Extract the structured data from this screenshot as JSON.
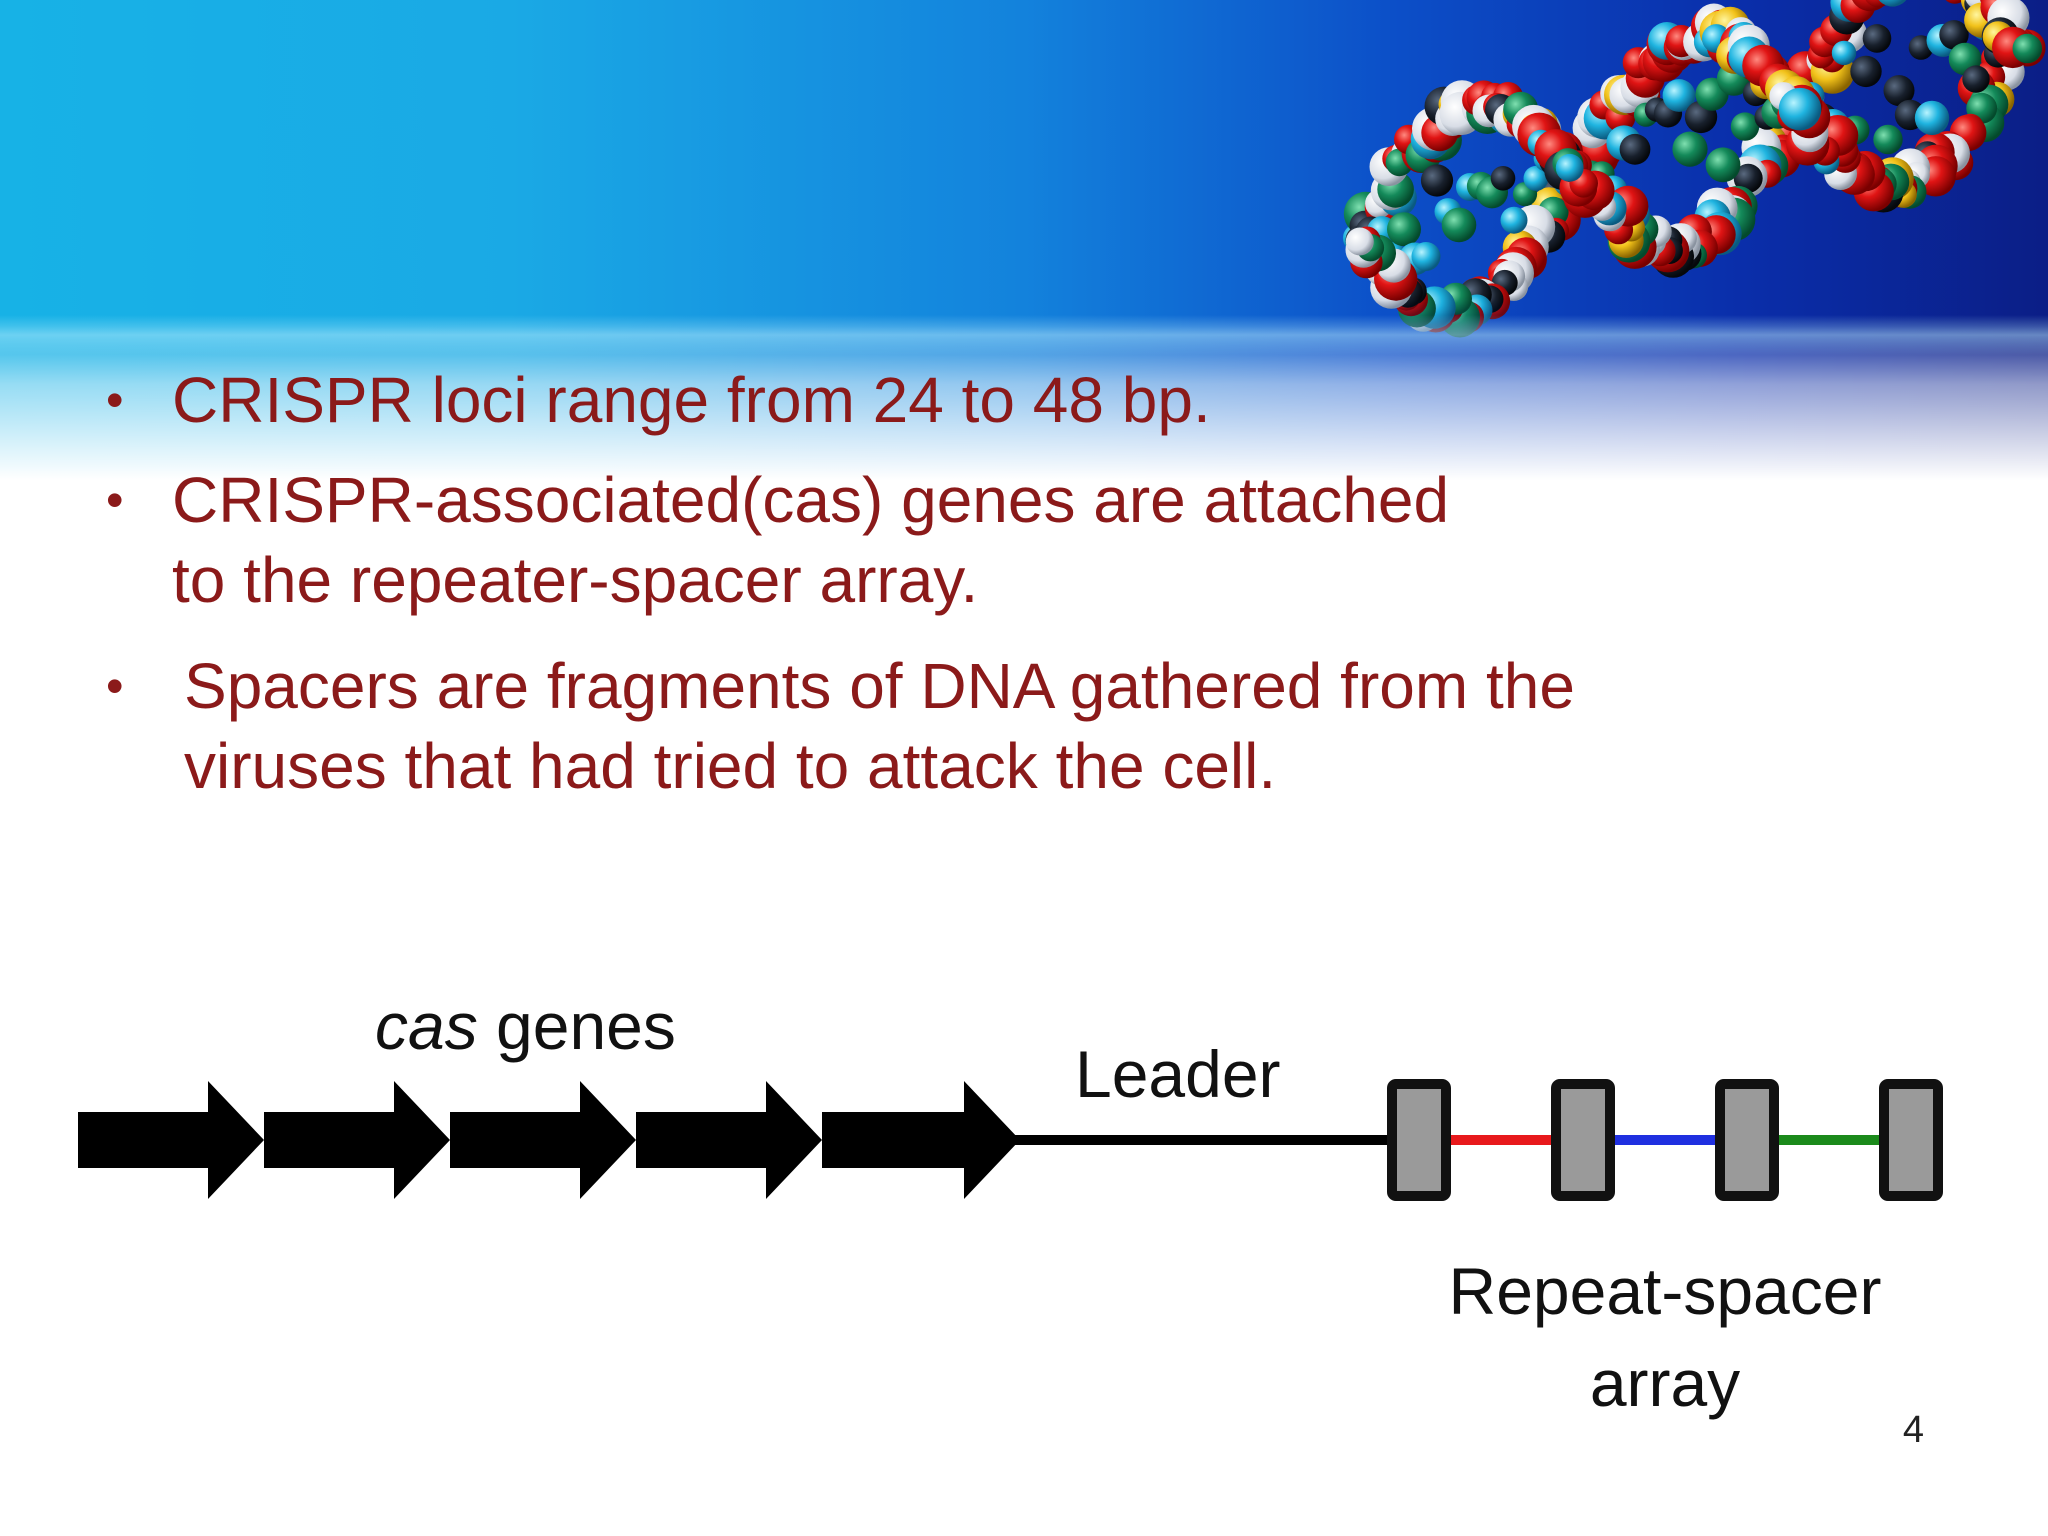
{
  "slide": {
    "bullets": [
      "CRISPR loci range from 24 to 48 bp.",
      "CRISPR-associated(cas) genes are attached\nto the repeater-spacer array.",
      "Spacers are fragments of DNA gathered from the\nviruses that had tried to attack the cell."
    ],
    "bullet_marker": "•",
    "page_number": "4"
  },
  "diagram": {
    "cas_label_italic": "cas",
    "cas_label_rest": " genes",
    "leader_label": "Leader",
    "array_label_line1": "Repeat-spacer",
    "array_label_line2": "array",
    "cas_gene_count": 5,
    "repeat_count": 4,
    "spacer_colors": [
      "#e8191c",
      "#1f2fe0",
      "#1b8a1b"
    ],
    "arrow_color": "#000000",
    "repeat_fill": "#9a9a9a",
    "repeat_stroke": "#111111"
  },
  "colors": {
    "bullet_text": "#8b1a1a",
    "header_blue_light": "#17b2e6",
    "header_blue_dark": "#0b1e86"
  }
}
